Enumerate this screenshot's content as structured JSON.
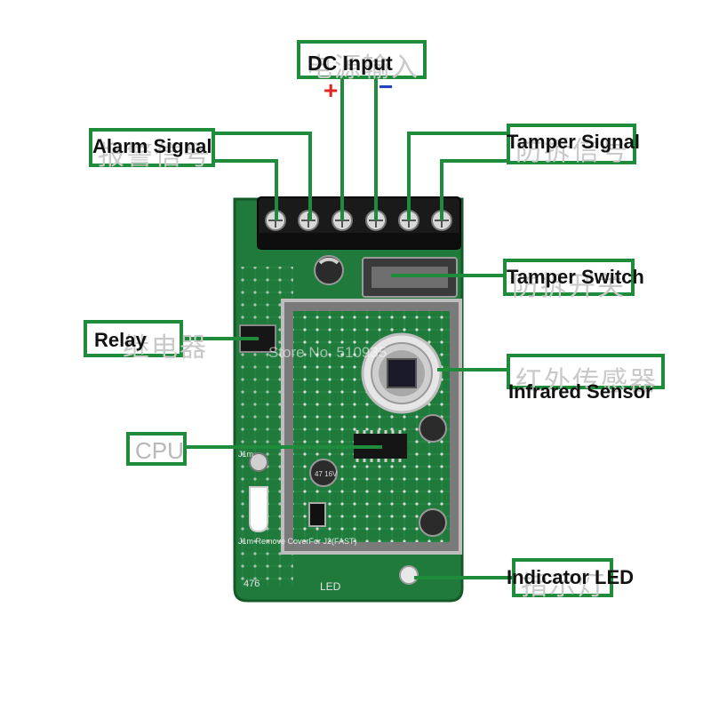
{
  "labels": {
    "dc_input": "DC Input",
    "dc_input_cn": "电源输入",
    "plus": "+",
    "minus": "−",
    "alarm_signal": "Alarm Signal",
    "alarm_signal_cn": "报警信号",
    "tamper_signal": "Tamper Signal",
    "tamper_signal_cn": "防拆信号",
    "tamper_switch": "Tamper Switch",
    "tamper_switch_cn": "防拆开关",
    "relay": "Relay",
    "relay_cn": "继电器",
    "infrared_sensor": "Infrared Sensor",
    "infrared_sensor_cn": "红外传感器",
    "cpu": "CPU",
    "indicator_led": "Indicator LED",
    "indicator_led_cn": "指示灯"
  },
  "board": {
    "watermark": "Store No. 510935",
    "silk_led": "LED",
    "silk_number": "476",
    "silk_j1": "J1m",
    "silk_note": "J1m Remove CoverFor J2(FAST)",
    "cap_text": "47 16V"
  },
  "colors": {
    "pcb": "#1f7a3c",
    "pcb_dark": "#135a28",
    "callout": "#1e8c3a",
    "plus": "#e0261f",
    "minus": "#1d3fbf"
  }
}
